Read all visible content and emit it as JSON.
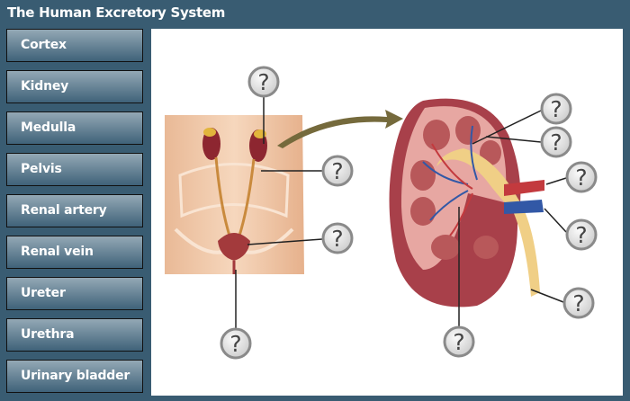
{
  "title": "The Human Excretory System",
  "labels": [
    "Cortex",
    "Kidney",
    "Medulla",
    "Pelvis",
    "Renal artery",
    "Renal vein",
    "Ureter",
    "Urethra",
    "Urinary bladder"
  ],
  "marker_text": "?",
  "colors": {
    "header": "#395c72",
    "button_top": "#93a8b5",
    "button_bottom": "#3f6279",
    "arrow": "#756a3c"
  }
}
